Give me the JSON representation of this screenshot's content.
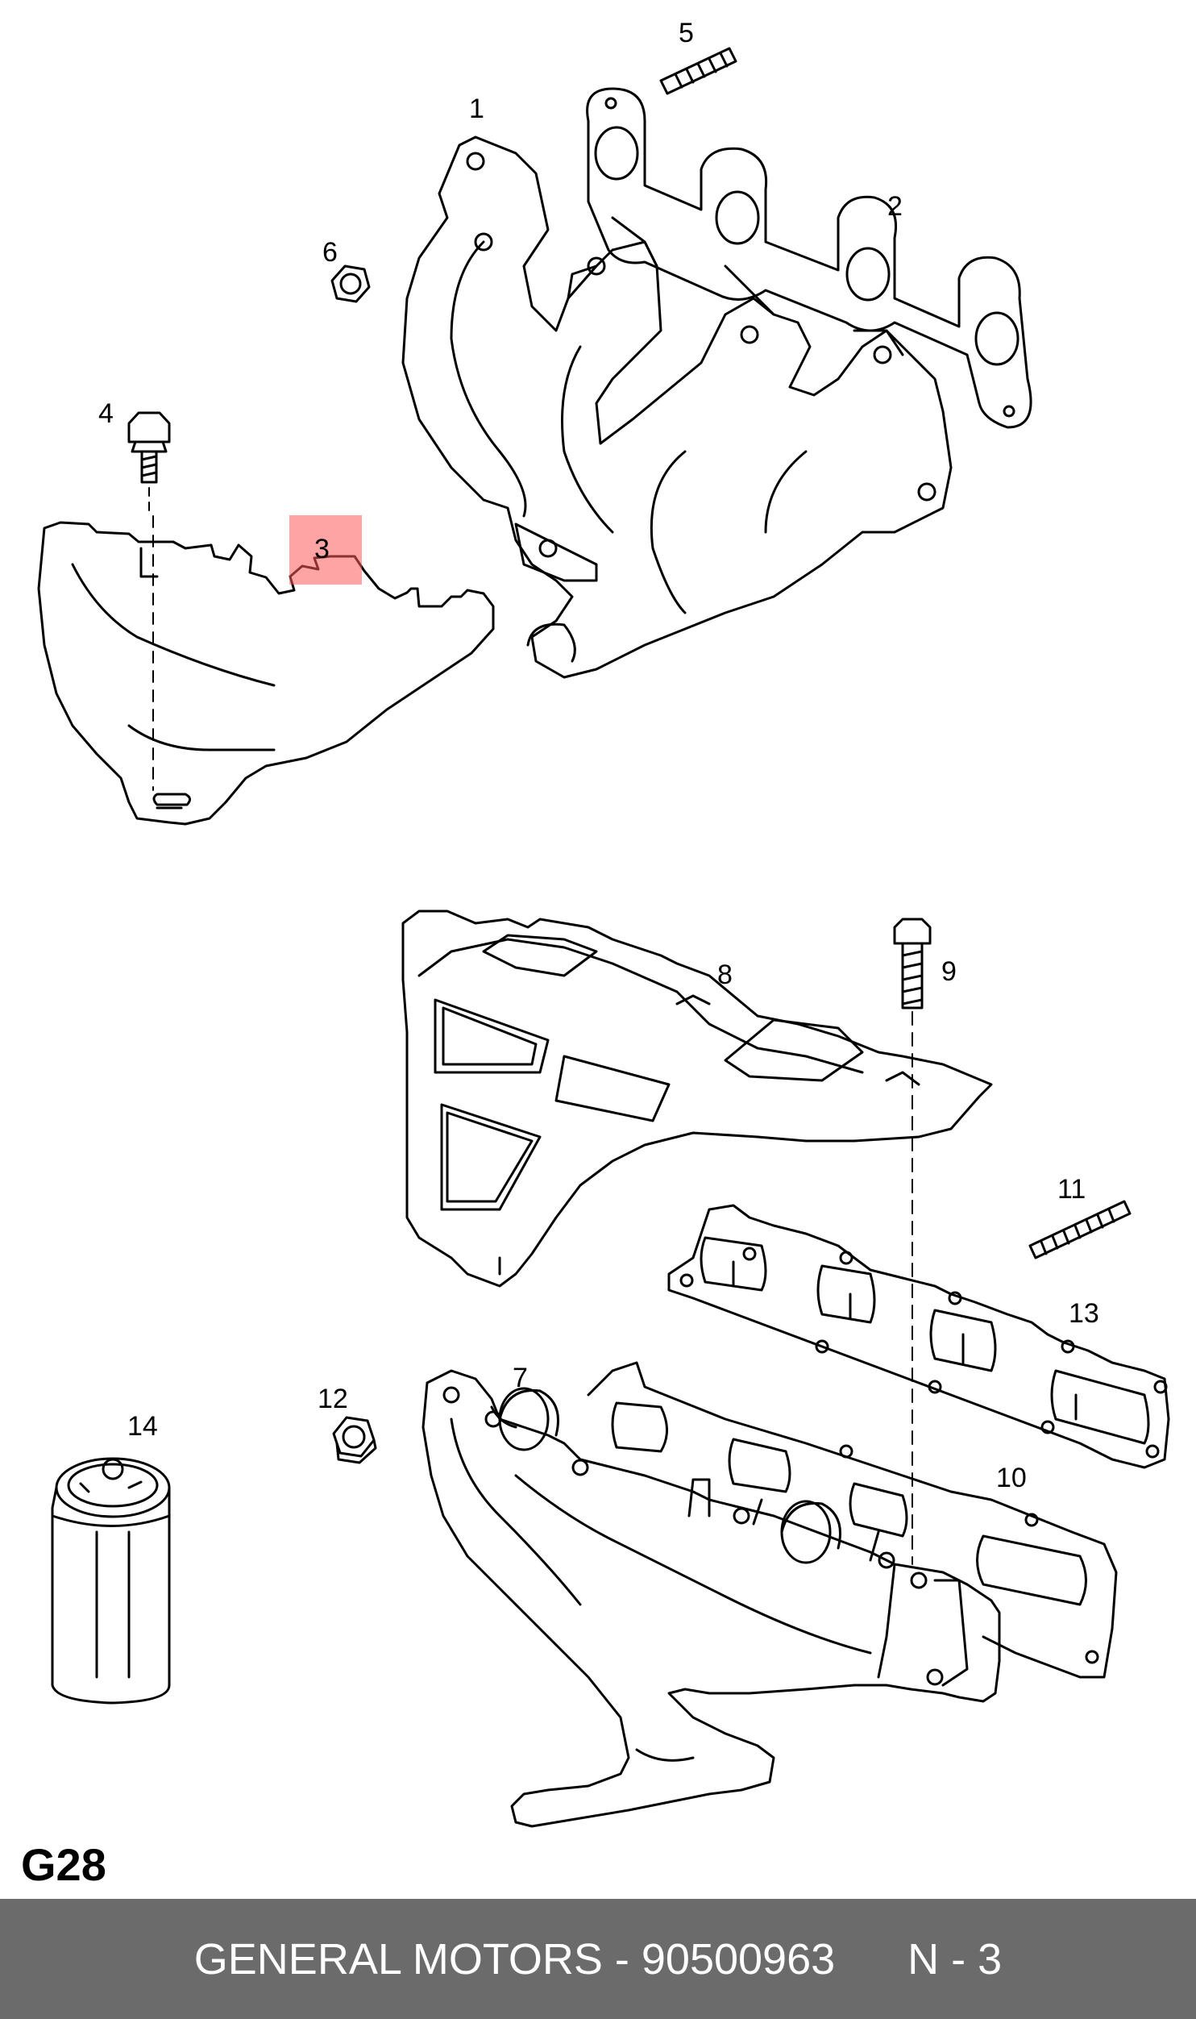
{
  "diagram": {
    "part_labels": [
      "1",
      "2",
      "3",
      "4",
      "5",
      "6",
      "7",
      "8",
      "9",
      "10",
      "11",
      "12",
      "13",
      "14"
    ],
    "highlighted_part": "3",
    "page_code": "G28"
  },
  "footer": {
    "brand": "GENERAL MOTORS",
    "separator": " - ",
    "part_number": "90500963",
    "position": "N - 3"
  },
  "colors": {
    "line": "#000000",
    "highlight": "#ff5a5a",
    "footer_bg": "#6b6b6b",
    "footer_text": "#ffffff"
  }
}
